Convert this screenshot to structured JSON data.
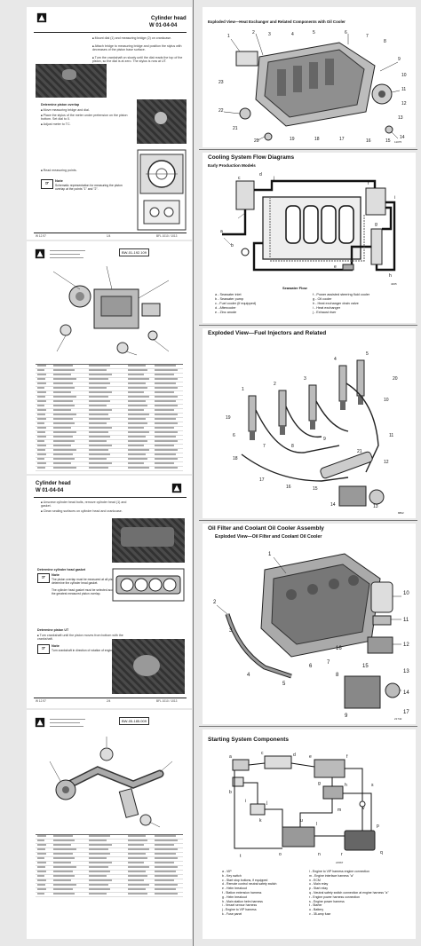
{
  "left": {
    "p1": {
      "title": "Cylinder head",
      "code": "W 01-04-04",
      "steps_top": [
        "Mount dial (1) and measuring bridge (2) on crankcase.",
        "Attach bridge to measuring bridge and position the stylus with decreases of the piston base surface.",
        "Turn the crankshaft on slowly until the dial reads the top of the piston, so the dial is at zero. The stylus is now at UT."
      ],
      "heading_mid": "Determine piston overlap",
      "steps_mid": [
        "Move measuring bridge and dial.",
        "Place the stylus of the meter under pretension on the piston bottom. Set dial to 0.",
        "Adjust meter to TC."
      ],
      "step_end": "Read measuring points.",
      "note_label": "Note",
      "note_text": "Schematic representation for measuring the piston overlap at the points \"1\" and \"2\".",
      "footer_left": "W 12.97",
      "footer_mid": "1/4",
      "footer_right": "BFL 1010 / 1013"
    },
    "p2": {
      "header_code": "BW-01-192.109"
    },
    "p3": {
      "title": "Cylinder head",
      "code": "W 01-04-04",
      "steps_top": [
        "Unscrew cylinder head bolts, remove cylinder head (1) and gasket.",
        "Clean sealing surfaces on cylinder head and crankcase."
      ],
      "heading_mid": "Determine cylinder head gasket",
      "note_label": "Note",
      "note_text_1": "The piston overlap must be measured at all pistons to determine the cylinder head gasket.",
      "note_text_2": "The cylinder head gasket must be selected according to the greatest measured piston overlap.",
      "heading_low": "Determine piston UT",
      "steps_low": [
        "Turn crankshaft until the piston moves from bottom with the crankshaft."
      ],
      "note2_text": "Turn crankshaft in direction of rotation of engine.",
      "footer_left": "W 12.97",
      "footer_mid": "2/4",
      "footer_right": "BFL 1010 / 1013"
    },
    "p4": {
      "header_code": "BW-05-185.009"
    }
  },
  "right": {
    "s1": {
      "title": "Exploded View—Heat Exchanger and Related Components with Oil Cooler",
      "callouts": [
        "1",
        "2",
        "3",
        "4",
        "5",
        "6",
        "7",
        "8",
        "9",
        "10",
        "11",
        "12",
        "13",
        "14",
        "15",
        "16",
        "17",
        "18",
        "19",
        "20",
        "21",
        "22",
        "23"
      ],
      "fig": "11075"
    },
    "s2": {
      "title": "Cooling System Flow Diagrams",
      "subtitle": "Early Production Models",
      "caption": "Seawater Flow",
      "fig": "4005",
      "legend_left": [
        "a - Seawater inlet",
        "b - Seawater pump",
        "c - Fuel cooler (if equipped)",
        "d - Aftercooler",
        "e - Zinc anode"
      ],
      "legend_right": [
        "f - Power assisted steering fluid cooler",
        "g - Oil cooler",
        "h - Heat exchanger drain valve",
        "i - Heat exchanger",
        "j - Exhaust riser"
      ],
      "labels": [
        "a",
        "b",
        "c",
        "d",
        "e",
        "f",
        "g",
        "h",
        "i",
        "j"
      ]
    },
    "s3": {
      "title": "Exploded View—Fuel Injectors and Related",
      "callouts": [
        "1",
        "2",
        "3",
        "4",
        "5",
        "6",
        "7",
        "8",
        "9",
        "10",
        "11",
        "12",
        "13",
        "14",
        "15",
        "16",
        "17",
        "18",
        "19",
        "20",
        "21"
      ],
      "fig": "8862"
    },
    "s4": {
      "title": "Oil Filter and Coolant Oil Cooler Assembly",
      "subtitle": "Exploded View—Oil Filter and Coolant Oil Cooler",
      "callouts": [
        "1",
        "2",
        "3",
        "4",
        "5",
        "6",
        "7",
        "8",
        "9",
        "10",
        "11",
        "12",
        "13",
        "14",
        "15",
        "16",
        "17"
      ],
      "fig": "21742"
    },
    "s5": {
      "title": "Starting System Components",
      "fig": "21567",
      "legend_left": [
        "a - VIP",
        "b - Key switch",
        "c - Start stop buttons, if equipped",
        "d - Remote control neutral safety switch",
        "e - Helm breakout",
        "f - Station extension harness",
        "g - Helm breakout",
        "h - Main station helm harness",
        "i - Vessel sensor harness",
        "j - Engine to VIP harness",
        "k - Fuse panel"
      ],
      "legend_right": [
        "l - Engine to VIP harness engine connection",
        "m - Engine interface harness \"a\"",
        "n - ECM",
        "o - Main relay",
        "p - Start relay",
        "q - Neutral safety switch connection at engine harness \"a\"",
        "r - Engine power harness connection",
        "s - Engine power harness",
        "t - Starter",
        "u - Battery",
        "v - 35-amp fuse"
      ],
      "labels": [
        "a",
        "b",
        "c",
        "d",
        "e",
        "f",
        "g",
        "h",
        "i",
        "j",
        "k",
        "l",
        "m",
        "n",
        "o",
        "p",
        "q",
        "r",
        "s",
        "t",
        "u",
        "v"
      ]
    }
  }
}
